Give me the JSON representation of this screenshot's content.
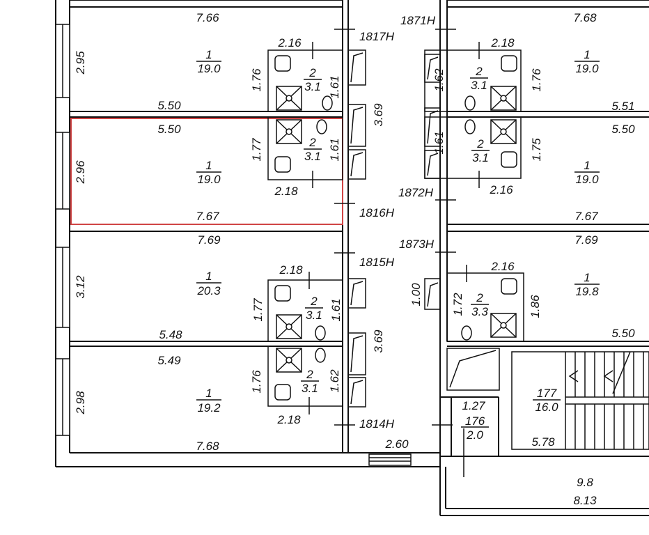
{
  "rooms": [
    {
      "num": "1",
      "area": "19.0"
    },
    {
      "num": "1",
      "area": "19.0"
    },
    {
      "num": "1",
      "area": "20.3"
    },
    {
      "num": "1",
      "area": "19.2"
    },
    {
      "num": "1",
      "area": "19.0"
    },
    {
      "num": "1",
      "area": "19.0"
    },
    {
      "num": "1",
      "area": "19.8"
    },
    {
      "num": "177",
      "area": "16.0"
    },
    {
      "num": "176",
      "area": "2.0"
    }
  ],
  "bathrooms": [
    {
      "num": "2",
      "area": "3.1"
    },
    {
      "num": "2",
      "area": "3.1"
    },
    {
      "num": "2",
      "area": "3.1"
    },
    {
      "num": "2",
      "area": "3.1"
    },
    {
      "num": "2",
      "area": "3.1"
    },
    {
      "num": "2",
      "area": "3.1"
    },
    {
      "num": "2",
      "area": "3.3"
    }
  ],
  "markers": [
    "1817H",
    "1816H",
    "1815H",
    "1814H",
    "1871H",
    "1872H",
    "1873H"
  ],
  "dimensions": {
    "l1_top": "7.66",
    "l1_side": "2.95",
    "l1_bottom": "5.50",
    "lb1_w": "2.16",
    "lb1_h": "1.76",
    "lb1_h2": "1.61",
    "corr_top": "3.69",
    "l2_top": "5.50",
    "l2_side": "2.96",
    "l2_bottom": "7.67",
    "lb2_h": "1.77",
    "lb2_h2": "1.61",
    "lb2_w": "2.18",
    "l3_top": "7.69",
    "l3_side": "3.12",
    "l3_bottom": "5.48",
    "lb3_w": "2.18",
    "lb3_h": "1.77",
    "lb3_h2": "1.61",
    "corr_bottom": "3.69",
    "l4_top": "5.49",
    "l4_side": "2.98",
    "l4_bottom": "7.68",
    "lb4_h": "1.76",
    "lb4_h2": "1.62",
    "lb4_w": "2.18",
    "entry_w": "2.60",
    "r1_top": "7.68",
    "rb1_w": "2.18",
    "rb1_h": "1.62",
    "rb1_h2": "1.76",
    "r1_bottom": "5.51",
    "r2_top": "5.50",
    "rb2_h": "1.61",
    "rb2_h2": "1.75",
    "rb2_w": "2.16",
    "r2_bottom": "7.67",
    "r3_top": "7.69",
    "rb3_w": "2.16",
    "closet_h": "1.00",
    "rb3_h": "1.72",
    "rb3_h2": "1.86",
    "r3_bottom": "5.50",
    "stair_w": "5.78",
    "small_w": "1.27",
    "lower_area": "9.8",
    "lower_w": "8.13"
  },
  "colors": {
    "highlight": "#d04545",
    "lines": "#111111"
  }
}
